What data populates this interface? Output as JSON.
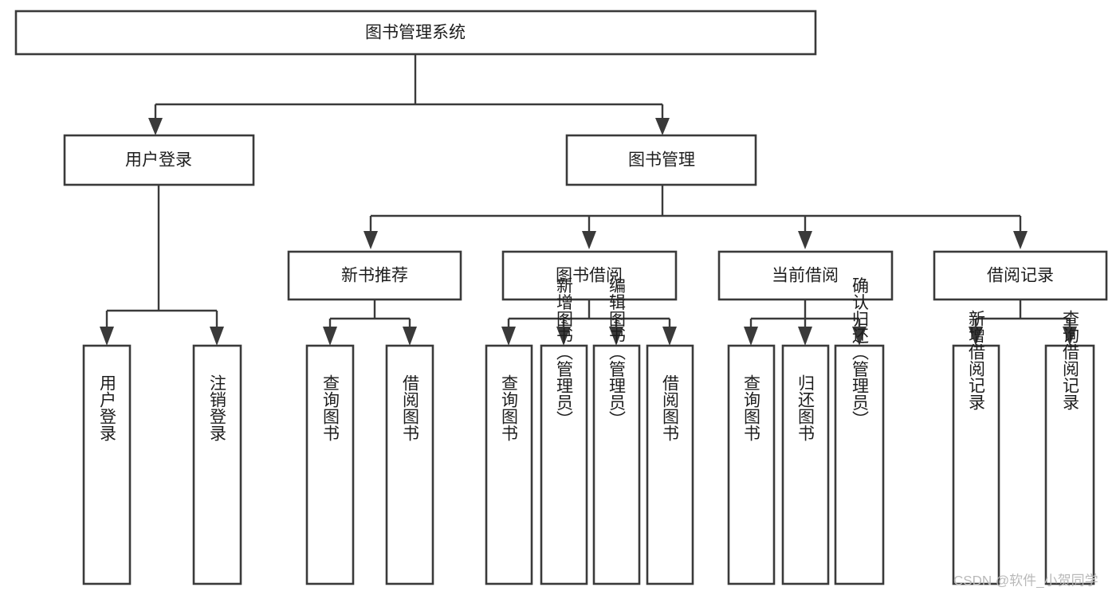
{
  "diagram": {
    "type": "hierarchy-tree",
    "title": "图书管理系统",
    "watermark": "CSDN @软件_小贺同学",
    "root": {
      "id": "root",
      "label": "图书管理系统",
      "orientation": "horizontal"
    },
    "level2": [
      {
        "id": "user-login",
        "label": "用户登录",
        "orientation": "horizontal"
      },
      {
        "id": "book-manage",
        "label": "图书管理",
        "orientation": "horizontal"
      }
    ],
    "level3": [
      {
        "id": "new-book-recommend",
        "label": "新书推荐",
        "orientation": "horizontal",
        "parent": "book-manage"
      },
      {
        "id": "book-borrow",
        "label": "图书借阅",
        "orientation": "horizontal",
        "parent": "book-manage"
      },
      {
        "id": "current-borrow",
        "label": "当前借阅",
        "orientation": "horizontal",
        "parent": "book-manage"
      },
      {
        "id": "borrow-record",
        "label": "借阅记录",
        "orientation": "horizontal",
        "parent": "book-manage"
      }
    ],
    "leaves": [
      {
        "id": "leaf-user-login",
        "label": "用户登录",
        "orientation": "vertical",
        "parent": "user-login"
      },
      {
        "id": "leaf-user-logout",
        "label": "注销登录",
        "orientation": "vertical",
        "parent": "user-login"
      },
      {
        "id": "leaf-query-book-1",
        "label": "查询图书",
        "orientation": "vertical",
        "parent": "new-book-recommend"
      },
      {
        "id": "leaf-borrow-book-1",
        "label": "借阅图书",
        "orientation": "vertical",
        "parent": "new-book-recommend"
      },
      {
        "id": "leaf-query-book-2",
        "label": "查询图书",
        "orientation": "vertical",
        "parent": "book-borrow"
      },
      {
        "id": "leaf-add-book",
        "label": "新增图书（管理员）",
        "orientation": "vertical",
        "parent": "book-borrow"
      },
      {
        "id": "leaf-edit-book",
        "label": "编辑图书（管理员）",
        "orientation": "vertical",
        "parent": "book-borrow"
      },
      {
        "id": "leaf-borrow-book-2",
        "label": "借阅图书",
        "orientation": "vertical",
        "parent": "book-borrow"
      },
      {
        "id": "leaf-query-book-3",
        "label": "查询图书",
        "orientation": "vertical",
        "parent": "current-borrow"
      },
      {
        "id": "leaf-return-book",
        "label": "归还图书",
        "orientation": "vertical",
        "parent": "current-borrow"
      },
      {
        "id": "leaf-confirm-return",
        "label": "确认归还（管理员）",
        "orientation": "vertical",
        "parent": "current-borrow"
      },
      {
        "id": "leaf-add-record",
        "label": "新增借阅记录",
        "orientation": "vertical",
        "parent": "borrow-record"
      },
      {
        "id": "leaf-query-record",
        "label": "查询借阅记录",
        "orientation": "vertical",
        "parent": "borrow-record"
      }
    ],
    "colors": {
      "stroke": "#3a3a3a",
      "fill": "#ffffff",
      "text": "#1d1d1d",
      "watermark": "#b9b9b9",
      "background": "#ffffff"
    }
  }
}
